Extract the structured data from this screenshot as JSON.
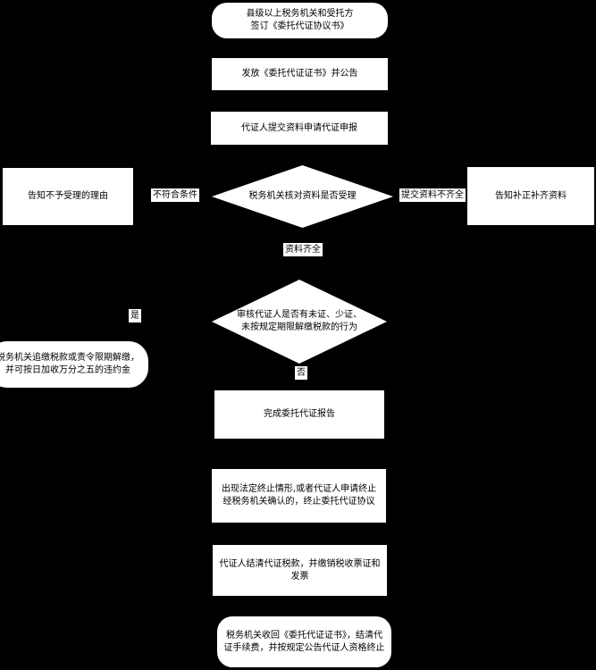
{
  "colors": {
    "background": "#000000",
    "node_fill": "#ffffff",
    "node_text": "#000000"
  },
  "nodes": {
    "sign_agreement": {
      "lines": [
        "县级以上税务机关和受托方",
        "签订《委托代证协议书》"
      ]
    },
    "issue_certificate": {
      "label": "发放《委托代证证书》并公告"
    },
    "submit_materials": {
      "label": "代证人提交资料申请代证申报"
    },
    "check_materials": {
      "label": "税务机关核对资料是否受理"
    },
    "notify_rejection": {
      "label": "告知不予受理的理由"
    },
    "notify_supplement": {
      "label": "告知补正补齐资料"
    },
    "audit_agent": {
      "lines": [
        "审核代证人是否有未证、少证、",
        "未按规定期限解缴税款的行为"
      ]
    },
    "recover_tax": {
      "lines": [
        "税务机关追缴税款或责令限期解缴，",
        "并可按日加收万分之五的违约金"
      ]
    },
    "complete_report": {
      "label": "完成委托代证报告"
    },
    "terminate_agreement": {
      "lines": [
        "出现法定终止情形,或者代证人申请终止",
        "经税务机关确认的，终止委托代证协议"
      ]
    },
    "settle_tax": {
      "lines": [
        "代证人结清代证税款，并缴销税收票证和",
        "发票"
      ]
    },
    "end_qualification": {
      "lines": [
        "税务机关收回《委托代证证书》，结清代",
        "证手续费，并按规定公告代证人资格终止"
      ]
    }
  },
  "edge_labels": {
    "not_qualified": "不符合条件",
    "materials_incomplete": "提交资料不齐全",
    "materials_complete": "资料齐全",
    "yes": "是",
    "no": "否"
  }
}
